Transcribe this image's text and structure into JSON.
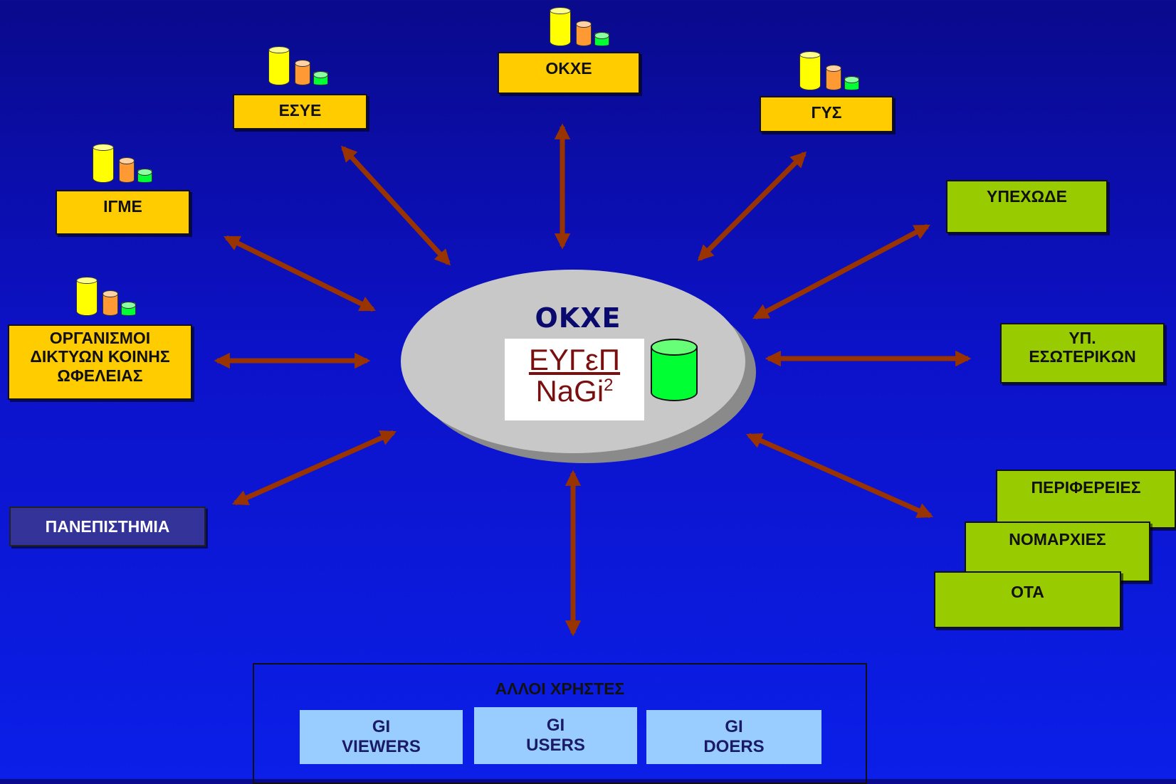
{
  "colors": {
    "arrow": "#993300",
    "agency_box": "#ffcc00",
    "ministry_box": "#99cc00",
    "university_box": "#33339a",
    "user_box": "#99ccff",
    "hub": "#c8c8c8",
    "hub_database": "#00ff33"
  },
  "hub": {
    "title": "ΟΚΧΕ",
    "panel_link": "ΕΥΓεΠ",
    "panel_text": "NaGi",
    "panel_superscript": "2",
    "database_icon": "database-cylinder-icon"
  },
  "agencies": {
    "okxe": "ΟΚΧΕ",
    "esye": "ΕΣΥΕ",
    "gys": "ΓΥΣ",
    "igme": "ΙΓΜΕ",
    "utilities": "ΟΡΓΑΝΙΣΜΟΙ\nΔΙΚΤΥΩΝ ΚΟΙΝΗΣ\nΩΦΕΛΕΙΑΣ",
    "database_icon": "database-stack-icon"
  },
  "ministries": {
    "ypexode": "ΥΠΕΧΩΔΕ",
    "interior": "ΥΠ.\nΕΣΩΤΕΡΙΚΩΝ",
    "regions": "ΠΕΡΙΦΕΡΕΙΕΣ",
    "prefectures": "ΝΟΜΑΡΧΙΕΣ",
    "municipalities": "ΟΤΑ"
  },
  "universities": "ΠΑΝΕΠΙΣΤΗΜΙΑ",
  "other_users": {
    "title": "ΑΛΛΟΙ ΧΡΗΣΤΕΣ",
    "viewers": "GI\nVIEWERS",
    "users": "GI\nUSERS",
    "doers": "GI\nDOERS"
  }
}
